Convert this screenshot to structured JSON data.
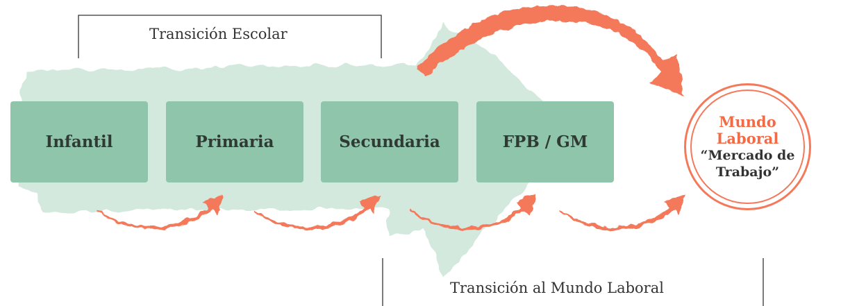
{
  "top_bracket": {
    "label": "Transición Escolar"
  },
  "bottom_bracket": {
    "label": "Transición al Mundo Laboral"
  },
  "stages": [
    {
      "label": "Infantil"
    },
    {
      "label": "Primaria"
    },
    {
      "label": "Secundaria"
    },
    {
      "label": "FPB / GM"
    }
  ],
  "goal": {
    "title_line1": "Mundo",
    "title_line2": "Laboral",
    "subtitle_line1": "“Mercado de",
    "subtitle_line2": "Trabajo”"
  },
  "colors": {
    "stage_fill": "#8fc6ab",
    "background_arrow": "#d3e9dd",
    "accent_orange": "#f4795a",
    "text": "#333333"
  }
}
